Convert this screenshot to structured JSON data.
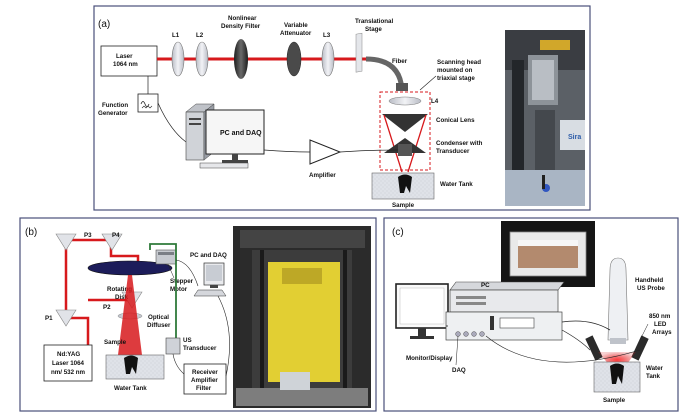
{
  "panel_a": {
    "panel_label": "(a)",
    "laser": [
      "Laser",
      "1064 nm"
    ],
    "L1": "L1",
    "L2": "L2",
    "nonlinear_filter": [
      "Nonlinear",
      "Density Filter"
    ],
    "variable_attenuator": [
      "Variable",
      "Attenuator"
    ],
    "L3": "L3",
    "translational_stage": [
      "Translational",
      "Stage"
    ],
    "fiber": "Fiber",
    "scanning_head": [
      "Scanning head",
      "mounted on",
      "triaxial stage"
    ],
    "L4": "L4",
    "conical_lens": "Conical Lens",
    "condenser": [
      "Condenser with",
      "Transducer"
    ],
    "function_generator": [
      "Function",
      "Generator"
    ],
    "pc_daq": "PC and DAQ",
    "amplifier": "Amplifier",
    "water_tank": "Water Tank",
    "sample": "Sample",
    "photo_text": "Sira"
  },
  "panel_b": {
    "panel_label": "(b)",
    "P1": "P1",
    "P2": "P2",
    "P3": "P3",
    "P4": "P4",
    "rotating_disk": [
      "Rotating",
      "Disk"
    ],
    "stepper_motor": [
      "Stepper",
      "Motor"
    ],
    "pc_daq": "PC and DAQ",
    "optical_diffuser": [
      "Optical",
      "Diffuser"
    ],
    "sample": "Sample",
    "us_transducer": [
      "US",
      "Transducer"
    ],
    "laser": [
      "Nd:YAG",
      "Laser 1064",
      "nm/ 532 nm"
    ],
    "water_tank": "Water Tank",
    "receiver": [
      "Receiver",
      "Amplifier",
      "Filter"
    ]
  },
  "panel_c": {
    "panel_label": "(c)",
    "pc": "PC",
    "handheld_probe": [
      "Handheld",
      "US Probe"
    ],
    "led_arrays": [
      "850 nm",
      "LED",
      "Arrays"
    ],
    "monitor": "Monitor/Display",
    "daq": "DAQ",
    "water_tank": [
      "Water",
      "Tank"
    ],
    "sample": "Sample"
  },
  "colors": {
    "laser_beam": "#d7191c",
    "panel_border": "#4a4f7a",
    "optics_fill": "#d4d6dd",
    "dark_component": "#2b2b2b"
  }
}
